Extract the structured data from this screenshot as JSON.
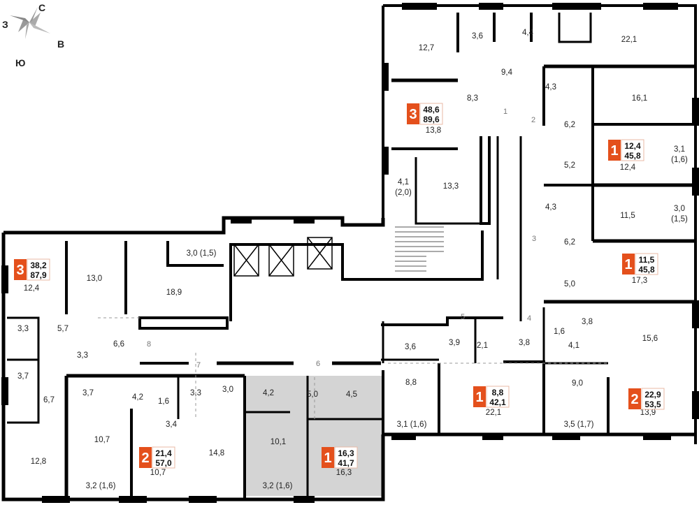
{
  "compass": {
    "north": "С",
    "east": "В",
    "south": "Ю",
    "west": "З"
  },
  "accent_color": "#e4501c",
  "rooms": {
    "r_12_7": "12,7",
    "r_3_6": "3,6",
    "r_4_4": "4,4",
    "r_22_1_top": "22,1",
    "r_9_4": "9,4",
    "r_8_3": "8,3",
    "r_13_8": "13,8",
    "r_4_3_a": "4,3",
    "r_16_1": "16,1",
    "r_6_2_a": "6,2",
    "r_5_2": "5,2",
    "r_12_4_b": "12,4",
    "r_3_1": "3,1",
    "r_1_6_b": "(1,6)",
    "r_4_1": "4,1",
    "r_2_0": "(2,0)",
    "r_13_3": "13,3",
    "r_4_3_b": "4,3",
    "r_11_5": "11,5",
    "r_3_0": "3,0",
    "r_1_5": "(1,5)",
    "r_6_2_b": "6,2",
    "r_5_0_b": "5,0",
    "r_17_3": "17,3",
    "r_3_0_1_5": "3,0 (1,5)",
    "r_13_0": "13,0",
    "r_12_4_a": "12,4",
    "r_18_9": "18,9",
    "r_3_3_a": "3,3",
    "r_5_7": "5,7",
    "r_6_6": "6,6",
    "r_3_3_b": "3,3",
    "r_3_7_a": "3,7",
    "r_6_7": "6,7",
    "r_12_8": "12,8",
    "r_3_7_b": "3,7",
    "r_4_2_a": "4,2",
    "r_1_6_a": "1,6",
    "r_10_7_a": "10,7",
    "r_10_7_b": "10,7",
    "r_3_2_a": "3,2 (1,6)",
    "r_3_4": "3,4",
    "r_3_3_c": "3,3",
    "r_3_0_c": "3,0",
    "r_14_8": "14,8",
    "r_4_2_b": "4,2",
    "r_5_0": "5,0",
    "r_4_5": "4,5",
    "r_10_1": "10,1",
    "r_3_2_b": "3,2 (1,6)",
    "r_16_3": "16,3",
    "r_3_6_b": "3,6",
    "r_3_9": "3,9",
    "r_2_1": "2,1",
    "r_3_8_a": "3,8",
    "r_8_8": "8,8",
    "r_22_1_b": "22,1",
    "r_3_1_b": "3,1 (1,6)",
    "r_1_6_c": "1,6",
    "r_4_1_b": "4,1",
    "r_3_8_b": "3,8",
    "r_15_6": "15,6",
    "r_9_0": "9,0",
    "r_3_5": "3,5 (1,7)",
    "r_13_9": "13,9"
  },
  "corridor_numbers": [
    "1",
    "2",
    "3",
    "4",
    "5",
    "6",
    "7",
    "8"
  ],
  "apartments": [
    {
      "rooms": "3",
      "living": "48,6",
      "total": "89,6"
    },
    {
      "rooms": "1",
      "living": "12,4",
      "total": "45,8"
    },
    {
      "rooms": "1",
      "living": "11,5",
      "total": "45,8"
    },
    {
      "rooms": "3",
      "living": "38,2",
      "total": "87,9"
    },
    {
      "rooms": "2",
      "living": "21,4",
      "total": "57,0"
    },
    {
      "rooms": "1",
      "living": "16,3",
      "total": "41,7"
    },
    {
      "rooms": "1",
      "living": "8,8",
      "total": "42,1"
    },
    {
      "rooms": "2",
      "living": "22,9",
      "total": "53,5"
    }
  ]
}
